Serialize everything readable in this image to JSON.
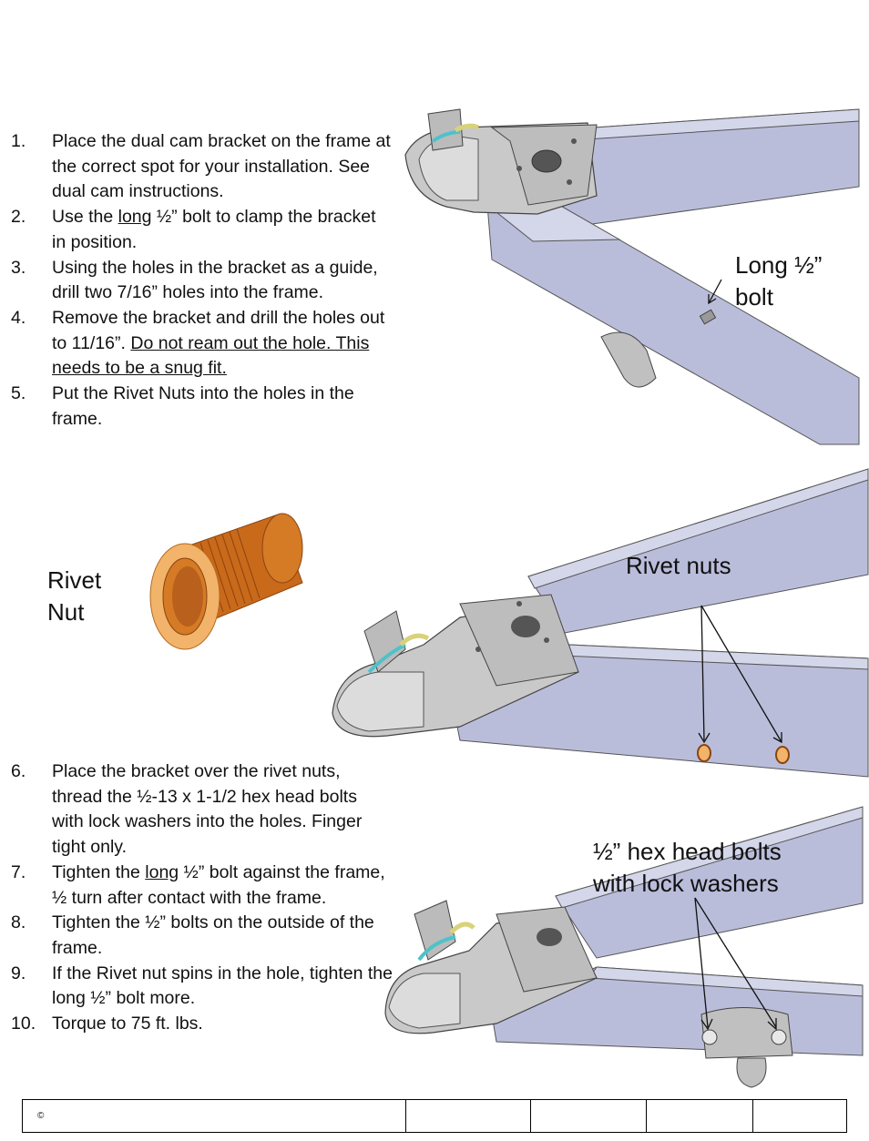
{
  "steps_top": [
    {
      "num": "1.",
      "parts": [
        {
          "t": "Place the dual cam bracket on the frame at the correct spot for your installation. See dual cam instructions."
        }
      ]
    },
    {
      "num": "2.",
      "parts": [
        {
          "t": "Use the "
        },
        {
          "t": "long",
          "u": true
        },
        {
          "t": " ½” bolt to clamp the bracket in position."
        }
      ]
    },
    {
      "num": "3.",
      "parts": [
        {
          "t": "Using the holes in the bracket as a guide, drill two 7/16” holes into the frame."
        }
      ]
    },
    {
      "num": "4.",
      "parts": [
        {
          "t": "Remove the bracket and drill the holes out to 11/16”. "
        },
        {
          "t": "Do not ream out the hole. This needs to be a snug fit.",
          "u": true
        }
      ]
    },
    {
      "num": "5.",
      "parts": [
        {
          "t": "Put the Rivet Nuts into the holes in the frame."
        }
      ]
    }
  ],
  "steps_bottom": [
    {
      "num": "6.",
      "parts": [
        {
          "t": "Place the bracket over the rivet nuts, thread the ½-13 x 1-1/2 hex head bolts with lock washers into the holes. Finger tight only."
        }
      ]
    },
    {
      "num": "7.",
      "parts": [
        {
          "t": "Tighten the "
        },
        {
          "t": "long",
          "u": true
        },
        {
          "t": " ½” bolt against the frame, ½ turn after contact with the frame."
        }
      ]
    },
    {
      "num": "8.",
      "parts": [
        {
          "t": "Tighten the ½” bolts on the outside of the frame."
        }
      ]
    },
    {
      "num": "9.",
      "parts": [
        {
          "t": "If the Rivet nut spins in the hole, tighten the long ½” bolt more."
        }
      ]
    },
    {
      "num": "10.",
      "parts": [
        {
          "t": "Torque to 75 ft. lbs."
        }
      ]
    }
  ],
  "callouts": {
    "long_bolt_line1": "Long ½”",
    "long_bolt_line2": "bolt",
    "rivet_nut_line1": "Rivet",
    "rivet_nut_line2": "Nut",
    "rivet_nuts": "Rivet nuts",
    "hex_bolts_line1": "½” hex head bolts",
    "hex_bolts_line2": "with lock washers"
  },
  "footer": {
    "copyright": "©"
  },
  "colors": {
    "frame": "#babdda",
    "frame_dark": "#8d90b3",
    "bracket": "#c9c9c9",
    "rivet": "#c9691a",
    "rivet_light": "#f2b36a"
  }
}
